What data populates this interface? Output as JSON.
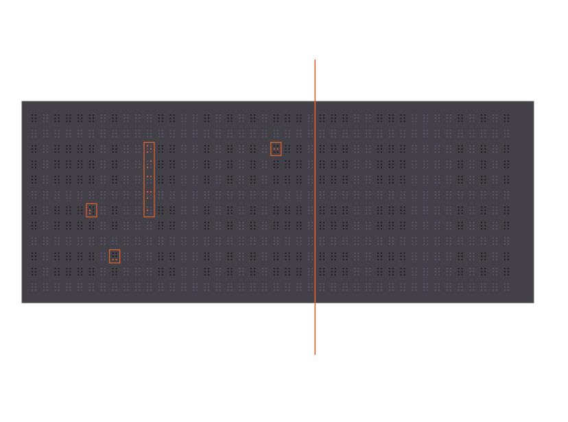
{
  "panel": {
    "background": "#434147",
    "border": "#5a585e"
  },
  "colors": {
    "cell_dot": "#1e1d20",
    "cell_dot_accent": "#5a5470",
    "cell_accent_dot": "#6e6688",
    "highlight": "#e0622a"
  },
  "grid": {
    "columns": 42,
    "rows": 12,
    "accent_columns": [
      1,
      6,
      8,
      9,
      10,
      13,
      14,
      16,
      18,
      20,
      24,
      28,
      29,
      33,
      34,
      35,
      36,
      38,
      40
    ],
    "accent_rows": [
      1,
      5,
      8,
      11
    ],
    "marked_cells": [
      {
        "col": 10,
        "row": 2,
        "dots": [
          1,
          3,
          5
        ]
      },
      {
        "col": 10,
        "row": 3,
        "dots": [
          3,
          4
        ]
      },
      {
        "col": 10,
        "row": 4,
        "dots": [
          1,
          4
        ]
      },
      {
        "col": 10,
        "row": 5,
        "dots": [
          1,
          3,
          4
        ]
      },
      {
        "col": 10,
        "row": 6,
        "dots": [
          2
        ]
      },
      {
        "col": 5,
        "row": 6,
        "dots": [
          2,
          3
        ]
      },
      {
        "col": 21,
        "row": 2,
        "dots": [
          2,
          5
        ]
      },
      {
        "col": 7,
        "row": 9,
        "dots": [
          3,
          6
        ]
      }
    ]
  },
  "highlights": [
    {
      "col_start": 10,
      "col_end": 10,
      "row_start": 2,
      "row_end": 6
    },
    {
      "col_start": 5,
      "col_end": 5,
      "row_start": 6,
      "row_end": 6
    },
    {
      "col_start": 21,
      "col_end": 21,
      "row_start": 2,
      "row_end": 2
    },
    {
      "col_start": 7,
      "col_end": 7,
      "row_start": 9,
      "row_end": 9
    }
  ],
  "cursor": {
    "col": 24.6
  }
}
